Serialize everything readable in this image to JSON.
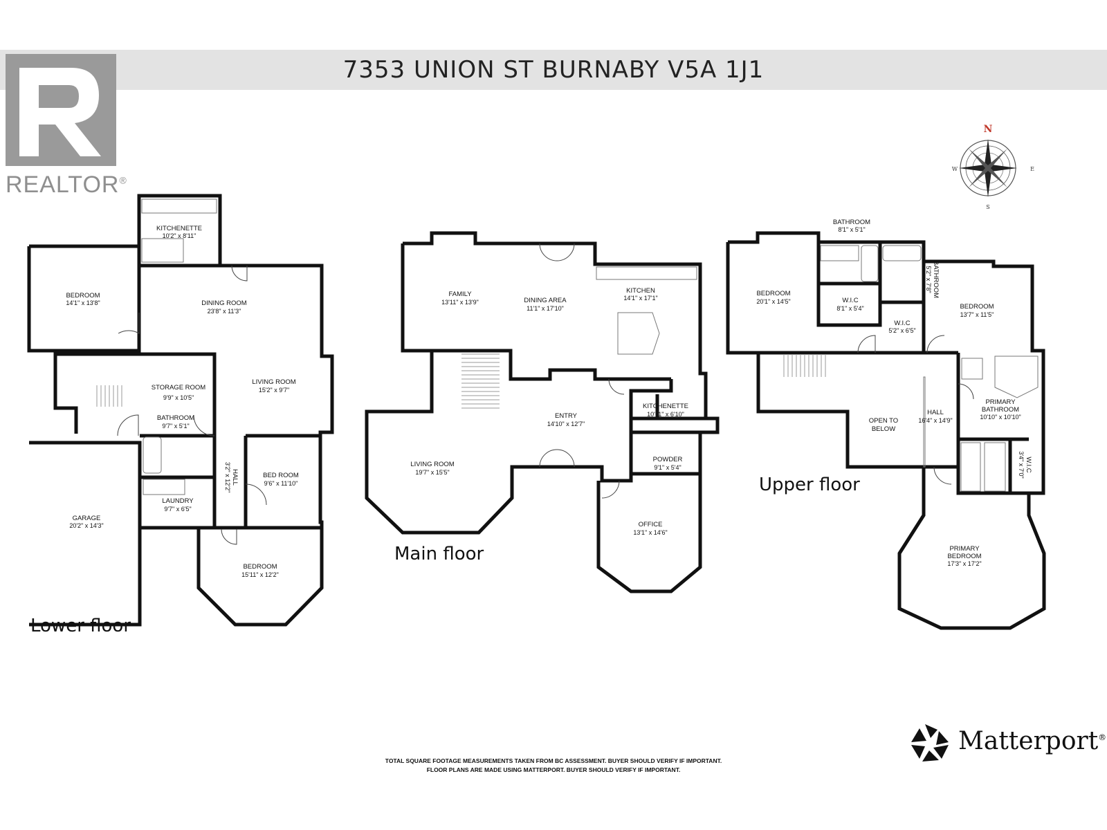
{
  "header": {
    "title": "7353 UNION ST BURNABY V5A 1J1"
  },
  "branding": {
    "realtor": "REALTOR",
    "realtor_mark": "®",
    "matterport": "Matterport",
    "matterport_mark": "®"
  },
  "compass": {
    "n": "N",
    "e": "E",
    "s": "S",
    "w": "W"
  },
  "floors": {
    "lower": {
      "label": "Lower floor",
      "rooms": {
        "kitchenette": {
          "name": "KITCHENETTE",
          "dim": "10'2\" x 8'11\""
        },
        "bedroom1": {
          "name": "BEDROOM",
          "dim": "14'1\" x 13'8\""
        },
        "dining": {
          "name": "DINING ROOM",
          "dim": "23'8\" x 11'3\""
        },
        "storage": {
          "name": "STORAGE ROOM",
          "dim": "9'9\" x 10'5\""
        },
        "living": {
          "name": "LIVING ROOM",
          "dim": "15'2\" x 9'7\""
        },
        "bathroom": {
          "name": "BATHROOM",
          "dim": "9'7\" x 5'1\""
        },
        "hall": {
          "name": "HALL",
          "dim": "3'2\" x 12'2\""
        },
        "bedroom2": {
          "name": "BED ROOM",
          "dim": "9'6\" x 11'10\""
        },
        "laundry": {
          "name": "LAUNDRY",
          "dim": "9'7\" x 6'5\""
        },
        "garage": {
          "name": "GARAGE",
          "dim": "20'2\" x 14'3\""
        },
        "bedroom3": {
          "name": "BEDROOM",
          "dim": "15'11\" x 12'2\""
        }
      }
    },
    "main": {
      "label": "Main floor",
      "rooms": {
        "family": {
          "name": "FAMILY",
          "dim": "13'11\" x 13'9\""
        },
        "dining": {
          "name": "DINING AREA",
          "dim": "11'1\" x 17'10\""
        },
        "kitchen": {
          "name": "KITCHEN",
          "dim": "14'1\" x 17'1\""
        },
        "entry": {
          "name": "ENTRY",
          "dim": "14'10\" x 12'7\""
        },
        "kitchenette": {
          "name": "KITCHENETTE",
          "dim": "10'11\" x 6'10\""
        },
        "living": {
          "name": "LIVING ROOM",
          "dim": "19'7\" x 15'5\""
        },
        "powder": {
          "name": "POWDER",
          "dim": "9'1\" x 5'4\""
        },
        "office": {
          "name": "OFFICE",
          "dim": "13'1\" x 14'6\""
        }
      }
    },
    "upper": {
      "label": "Upper floor",
      "rooms": {
        "bathroom1": {
          "name": "BATHROOM",
          "dim": "8'1\" x 5'1\""
        },
        "bedroom1": {
          "name": "BEDROOM",
          "dim": "20'1\" x 14'5\""
        },
        "wic1": {
          "name": "W.I.C",
          "dim": "8'1\" x 5'4\""
        },
        "bathroom2": {
          "name": "BATHROOM",
          "dim": "5'2\" x 7'8\""
        },
        "bedroom2": {
          "name": "BEDROOM",
          "dim": "13'7\" x 11'5\""
        },
        "wic2": {
          "name": "W.I.C",
          "dim": "5'2\" x 6'5\""
        },
        "open": {
          "name": "OPEN TO",
          "name2": "BELOW"
        },
        "hall": {
          "name": "HALL",
          "dim": "16'4\" x 14'9\""
        },
        "primary_bath": {
          "name": "PRIMARY",
          "name2": "BATHROOM",
          "dim": "10'10\" x 10'10\""
        },
        "wic3": {
          "name": "W.I.C",
          "dim": "3'4\" x 7'0\""
        },
        "primary_bed": {
          "name": "PRIMARY",
          "name2": "BEDROOM",
          "dim": "17'3\" x 17'2\""
        }
      }
    }
  },
  "footnote": {
    "line1": "TOTAL SQUARE FOOTAGE MEASUREMENTS TAKEN FROM BC ASSESSMENT. BUYER SHOULD VERIFY IF IMPORTANT.",
    "line2": "FLOOR PLANS ARE MADE USING MATTERPORT. BUYER SHOULD VERIFY IF IMPORTANT."
  }
}
